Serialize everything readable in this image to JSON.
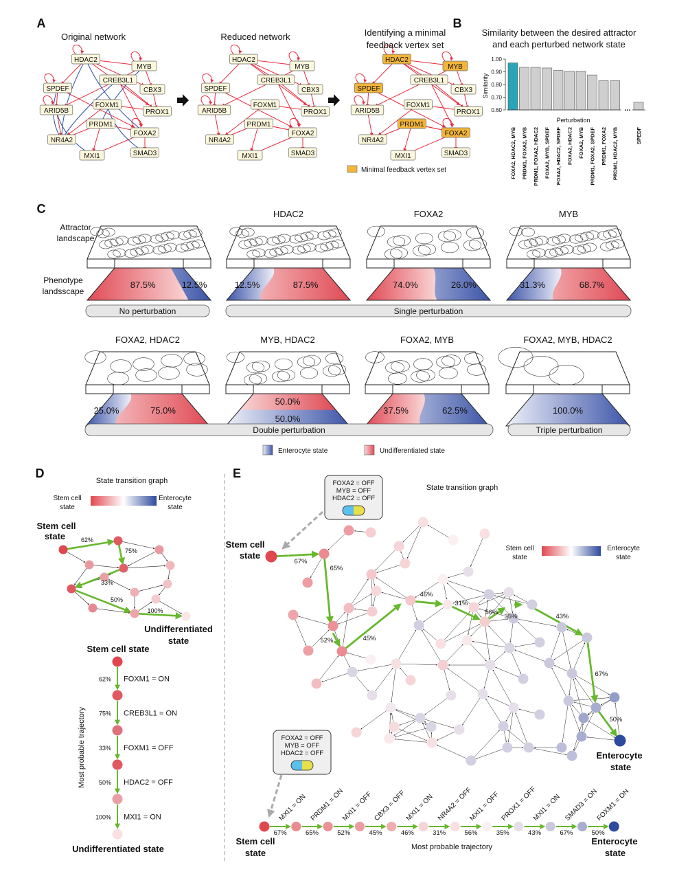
{
  "colors": {
    "node_fill": "#fbf7dc",
    "mfvs_fill": "#f2b53a",
    "edge_red": "#e8293c",
    "edge_blue": "#2b4ea8",
    "bar_highlight": "#2aa4b8",
    "bar_gray": "#cfcfcf",
    "stem_red": "#e0474f",
    "entero_blue": "#2e4a9c",
    "green_path": "#66b82c"
  },
  "panel_labels": {
    "a": "A",
    "b": "B",
    "c": "C",
    "d": "D",
    "e": "E"
  },
  "panel_a": {
    "titles": [
      "Original network",
      "Reduced network",
      "Identifying a minimal feedback vertex set"
    ],
    "genes": [
      "HDAC2",
      "MYB",
      "CREB3L1",
      "CBX3",
      "SPDEF",
      "FOXM1",
      "PROX1",
      "ARID5B",
      "PRDM1",
      "FOXA2",
      "NR4A2",
      "MXI1",
      "SMAD3"
    ],
    "mfvs": [
      "HDAC2",
      "MYB",
      "SPDEF",
      "PRDM1",
      "FOXA2"
    ],
    "legend": "Minimal feedback vertex set"
  },
  "chart_data": {
    "type": "bar",
    "title": "Similarity between the desired attractor and each perturbed network state",
    "xlabel": "Perturbation",
    "ylabel": "Similarity",
    "ylim": [
      0.6,
      1.0
    ],
    "yticks": [
      "0.60",
      "0.70",
      "0.80",
      "0.90",
      "1.00"
    ],
    "categories": [
      "FOXA2, HDAC2, MYB",
      "PRDM1, FOXA2, MYB",
      "PRDM1, FOXA2, HDAC2",
      "FOXA2, MYB, SPDEF",
      "FOXA2, HDAC2, SPDEF",
      "FOXA2, HDAC2",
      "FOXA2, MYB",
      "PRDM1, FOXA2, SPDEF",
      "PRDM1, FOXA2",
      "PRDM1, HDAC2, MYB",
      "SPEDF"
    ],
    "values": [
      0.97,
      0.935,
      0.935,
      0.93,
      0.91,
      0.905,
      0.905,
      0.875,
      0.83,
      0.83,
      0.66
    ],
    "ellipsis": "..."
  },
  "panel_c": {
    "row_labels": [
      "Attractor landscape",
      "Phenotype landsscape"
    ],
    "boxes": [
      {
        "title": "",
        "left": "87.5%",
        "right": "12.5%"
      },
      {
        "title": "HDAC2",
        "left": "12.5%",
        "right": "87.5%"
      },
      {
        "title": "FOXA2",
        "left": "74.0%",
        "right": "26.0%"
      },
      {
        "title": "MYB",
        "left": "31.3%",
        "right": "68.7%"
      },
      {
        "title": "FOXA2, HDAC2",
        "left": "25.0%",
        "right": "75.0%"
      },
      {
        "title": "MYB, HDAC2",
        "left": "50.0%",
        "right": "50.0%"
      },
      {
        "title": "FOXA2, MYB",
        "left": "37.5%",
        "right": "62.5%"
      },
      {
        "title": "FOXA2, MYB, HDAC2",
        "left": "100.0%",
        "right": ""
      }
    ],
    "pills": [
      "No perturbation",
      "Single perturbation",
      "Double perturbation",
      "Triple perturbation"
    ],
    "legend": [
      "Enterocyte state",
      "Undifferentiated state"
    ]
  },
  "panel_d": {
    "title": "State transition graph",
    "scale_left": "Stem cell state",
    "scale_right": "Enterocyte state",
    "start": "Stem cell state",
    "end": "Undifferentiated state",
    "edge_pcts": [
      "62%",
      "75%",
      "33%",
      "50%",
      "100%"
    ],
    "axis_label": "Most probable trajectory",
    "steps": [
      {
        "pct": "62%",
        "label": "FOXM1 = ON"
      },
      {
        "pct": "75%",
        "label": "CREB3L1 = ON"
      },
      {
        "pct": "33%",
        "label": "FOXM1 = OFF"
      },
      {
        "pct": "50%",
        "label": "HDAC2 = OFF"
      },
      {
        "pct": "100%",
        "label": "MXI1 = ON"
      }
    ],
    "traj_start": "Stem cell state",
    "traj_end": "Undifferentiated state"
  },
  "panel_e": {
    "title": "State transition graph",
    "scale_left": "Stem cell state",
    "scale_right": "Enterocyte state",
    "drug": [
      "FOXA2 = OFF",
      "MYB = OFF",
      "HDAC2 = OFF"
    ],
    "start": "Stem cell state",
    "end": "Enterocyte state",
    "edge_pcts": [
      "67%",
      "65%",
      "52%",
      "45%",
      "46%",
      "31%",
      "56%",
      "35%",
      "43%",
      "67%",
      "50%"
    ],
    "traj_labels": [
      "MXI1 = ON",
      "PRDM1 = ON",
      "MXI1 = OFF",
      "CBX3 = OFF",
      "MXI1 = ON",
      "NR4A2 = OFF",
      "MXI1 = OFF",
      "PROX1 = OFF",
      "MXI1 = ON",
      "SMAD3 = ON",
      "FOXM1 = ON"
    ],
    "traj_pcts": [
      "67%",
      "65%",
      "52%",
      "45%",
      "46%",
      "31%",
      "56%",
      "35%",
      "43%",
      "67%",
      "50%"
    ],
    "traj_axis": "Most probable trajectory",
    "traj_start": "Stem cell state",
    "traj_end": "Enterocyte state"
  }
}
